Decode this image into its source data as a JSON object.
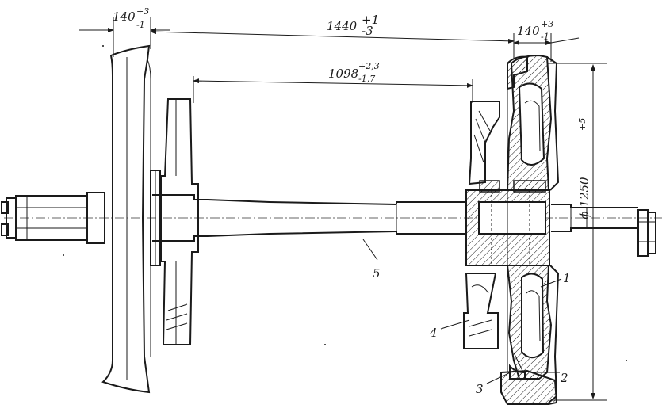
{
  "dimensions": {
    "left_tire_width": {
      "base": "140",
      "upper": "+3",
      "lower": "-1"
    },
    "wheel_base": {
      "base": "1440",
      "upper": "+1",
      "lower": "-3"
    },
    "right_tire_width": {
      "base": "140",
      "upper": "+3",
      "lower": "-1"
    },
    "inner_span": {
      "base": "1098",
      "upper": "+2,3",
      "lower": "-1,7"
    },
    "wheel_diameter": {
      "base": "ϕ 1250",
      "upper": "+5"
    }
  },
  "callouts": {
    "part_1": "1",
    "part_2": "2",
    "part_3": "3",
    "part_4": "4",
    "part_5": "5"
  }
}
